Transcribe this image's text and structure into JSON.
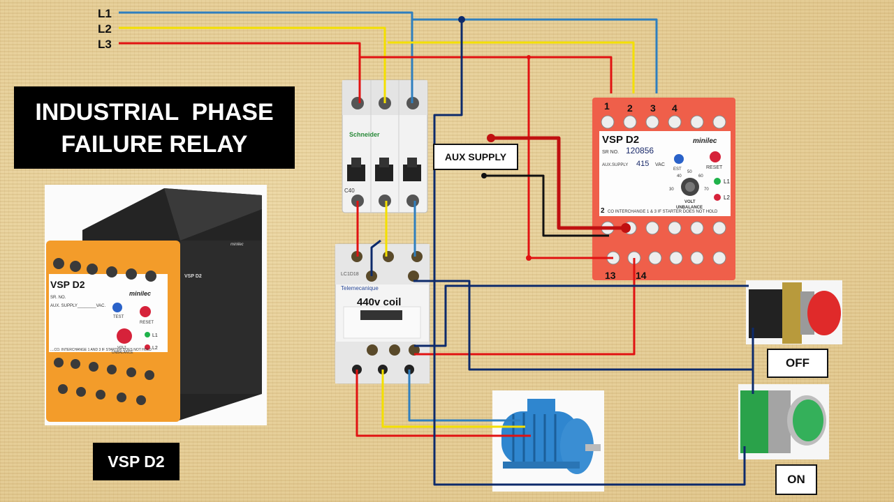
{
  "title_line1": "INDUSTRIAL  PHASE",
  "title_line2": "FAILURE RELAY",
  "model_label": "VSP D2",
  "phases": [
    "L1",
    "L2",
    "L3"
  ],
  "aux_supply_label": "AUX SUPPLY",
  "coil_label": "440v  coil",
  "off_label": "OFF",
  "on_label": "ON",
  "relay": {
    "terminal_numbers_top": [
      "1",
      "2",
      "3",
      "4"
    ],
    "terminal_numbers_bottom": [
      "13",
      "14"
    ],
    "model": "VSP D2",
    "brand": "minilec",
    "serial": "120856",
    "serial_label": "SR NO.",
    "aux_supply_text": "AUX.SUPPLY",
    "aux_value": "415",
    "aux_unit": "VAC",
    "reset_label": "RESET",
    "test_label": "EST",
    "volt_label": "VOLT",
    "unbalance_label": "UNBALANCE",
    "dial_values": [
      "30",
      "40",
      "50",
      "60",
      "70"
    ],
    "led_labels": [
      "L1",
      "L2"
    ],
    "note": "CO  INTERCHANGE 1 & 3 IF STARTER DOES NOT HOLD",
    "note_prefix": "2"
  },
  "product_photo": {
    "model": "VSP D2",
    "brand": "minilec",
    "serial_label": "SR. NO.",
    "aux_text": "AUX. SUPPLY________VAC.",
    "test_label": "TEST",
    "reset_label": "RESET",
    "led_labels": [
      "L1",
      "L2"
    ],
    "volt_label": "VOLT",
    "unbalance_label": "UNBALANCE",
    "note": "....CO.  INTERCHANGE 1 AND 3 IF STARTER DOES NOT HOLD",
    "side_label": "VSP D2",
    "side_brand": "minilec"
  },
  "mcb": {
    "brand": "Schneider",
    "rating": "C40"
  },
  "contactor": {
    "brand": "Telemecanique",
    "model": "LC1D18"
  },
  "colors": {
    "red": "#e11212",
    "yellow": "#f4e000",
    "blue": "#2f7fbf",
    "navy": "#0d2a6b",
    "black": "#111111",
    "relay_body": "#ef5f4a",
    "photo_body": "#f39c2a"
  }
}
